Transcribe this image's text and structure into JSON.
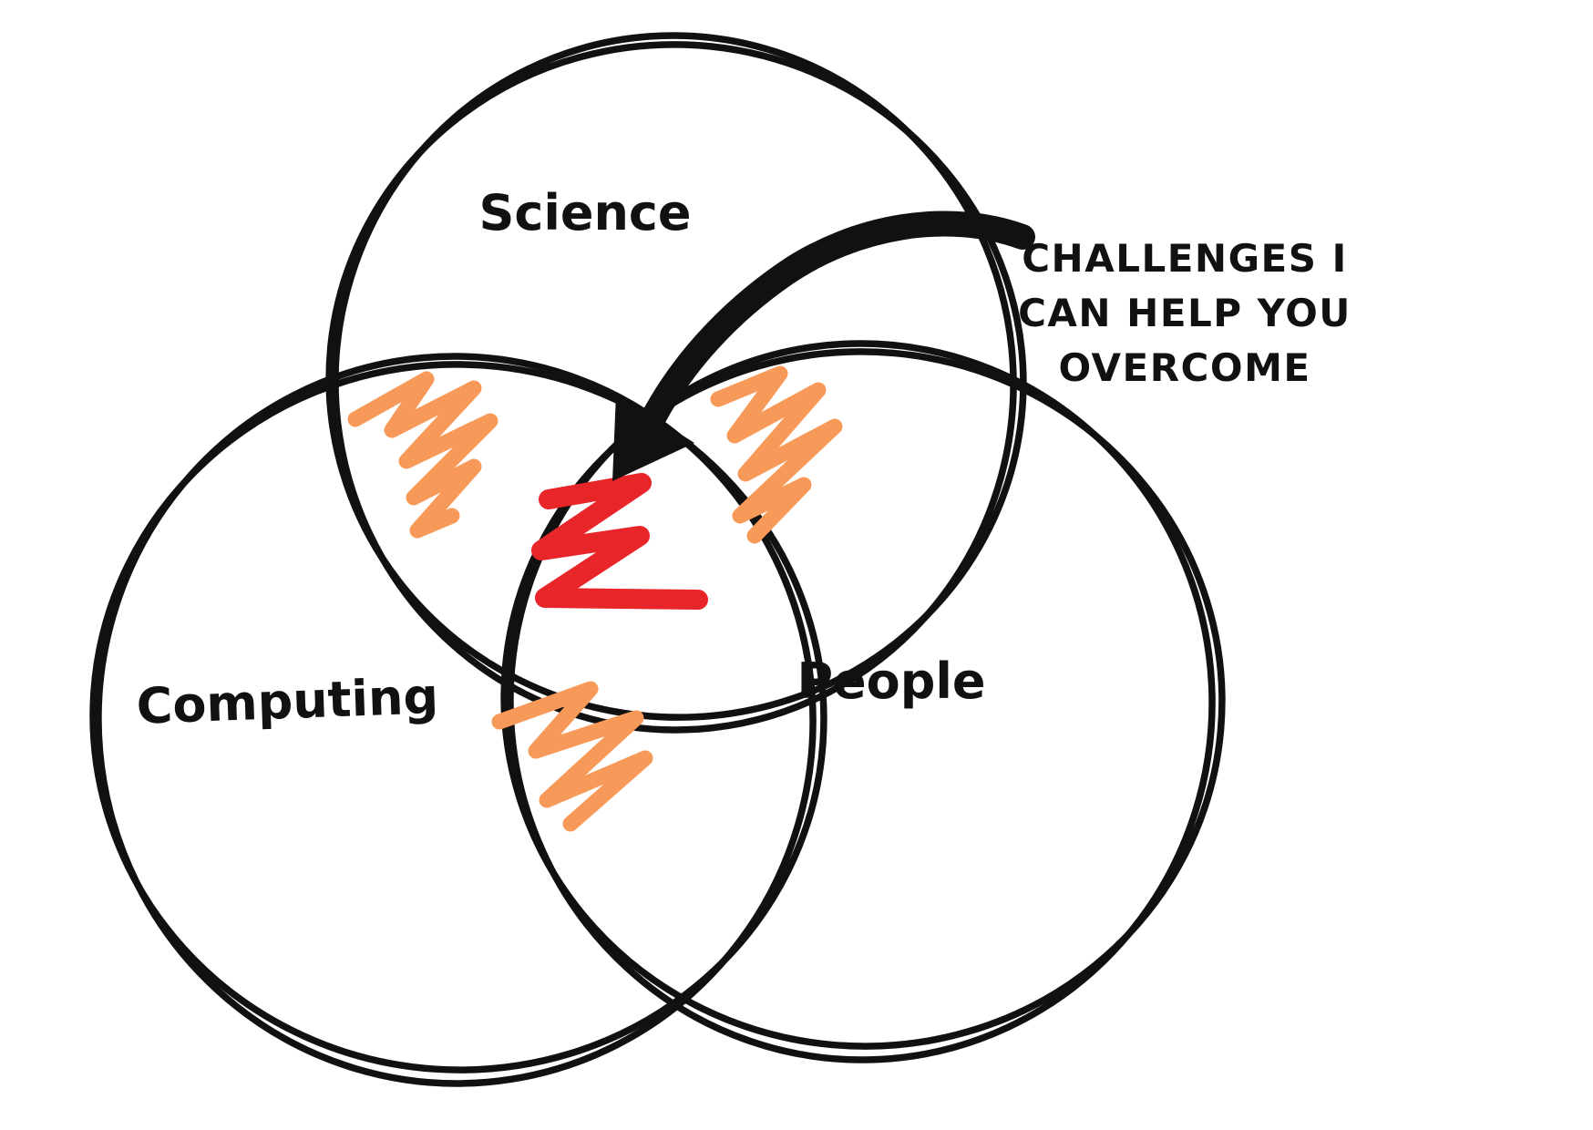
{
  "diagram": {
    "type": "venn",
    "background": "#ffffff",
    "sets": [
      {
        "id": "science",
        "label": "Science"
      },
      {
        "id": "computing",
        "label": "Computing"
      },
      {
        "id": "people",
        "label": "People"
      }
    ],
    "annotation": {
      "lines": [
        "CHALLENGES I",
        "CAN HELP YOU",
        "OVERCOME"
      ]
    },
    "highlights": {
      "regions": [
        "science-computing",
        "science-people",
        "computing-people",
        "center"
      ],
      "pairwise_color": "#F79A59",
      "center_color": "#E8262A"
    },
    "colors": {
      "outline": "#111111",
      "text": "#111111",
      "arrow": "#111111"
    }
  }
}
